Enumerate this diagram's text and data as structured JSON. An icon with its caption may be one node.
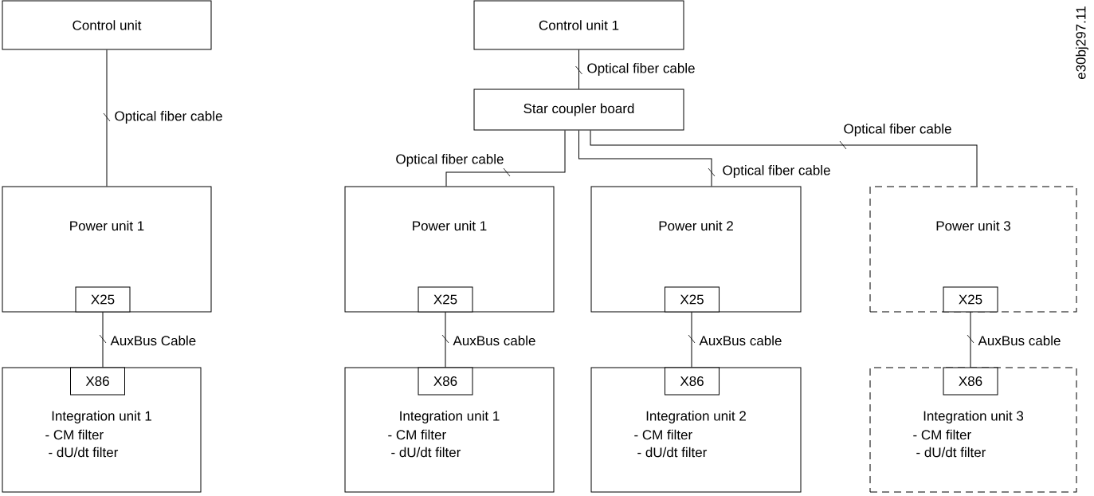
{
  "diagram": {
    "nodes": [
      {
        "text": [
          "Control unit"
        ]
      },
      {
        "text": [
          "Power unit 1"
        ]
      },
      {
        "text": [
          "X25"
        ],
        "in": 1
      },
      {
        "text": [
          "Integration unit 1",
          "- CM filter",
          "- dU/dt filter"
        ]
      },
      {
        "text": [
          "X86"
        ],
        "in": 3
      },
      {
        "text": [
          "Control unit 1"
        ]
      },
      {
        "text": [
          "Star coupler board"
        ]
      },
      {
        "text": [
          "Power unit 1"
        ]
      },
      {
        "text": [
          "X25"
        ],
        "in": 7
      },
      {
        "text": [
          "Integration unit 1",
          "- CM filter",
          "- dU/dt filter"
        ]
      },
      {
        "text": [
          "X86"
        ],
        "in": 9
      },
      {
        "text": [
          "Power unit 2"
        ]
      },
      {
        "text": [
          "X25"
        ],
        "in": 11
      },
      {
        "text": [
          "Integration unit 2",
          "- CM filter",
          "- dU/dt filter"
        ]
      },
      {
        "text": [
          "X86"
        ],
        "in": 13
      },
      {
        "text": [
          "Power unit 3"
        ]
      },
      {
        "text": [
          "X25"
        ],
        "in": 15
      },
      {
        "text": [
          "Integration unit 3",
          "- CM filter",
          "- dU/dt filter"
        ]
      },
      {
        "text": [
          "X86"
        ],
        "in": 17
      }
    ],
    "edges": [
      {
        "from": 0,
        "to": 1,
        "arrow": "none",
        "label": "Optical fiber cable"
      },
      {
        "from": 2,
        "to": 4,
        "arrow": "none",
        "label": "AuxBus Cable"
      },
      {
        "from": 5,
        "to": 6,
        "arrow": "none",
        "label": "Optical fiber cable"
      },
      {
        "from": 6,
        "to": 7,
        "arrow": "none",
        "label": "Optical fiber cable"
      },
      {
        "from": 6,
        "to": 11,
        "arrow": "none",
        "label": "Optical fiber cable"
      },
      {
        "from": 6,
        "to": 15,
        "arrow": "none",
        "label": "Optical fiber cable"
      },
      {
        "from": 8,
        "to": 10,
        "arrow": "none",
        "label": "AuxBus cable"
      },
      {
        "from": 12,
        "to": 14,
        "arrow": "none",
        "label": "AuxBus cable"
      },
      {
        "from": 16,
        "to": 18,
        "arrow": "none",
        "label": "AuxBus cable"
      }
    ],
    "labels": [
      "e30bj297.11"
    ]
  }
}
